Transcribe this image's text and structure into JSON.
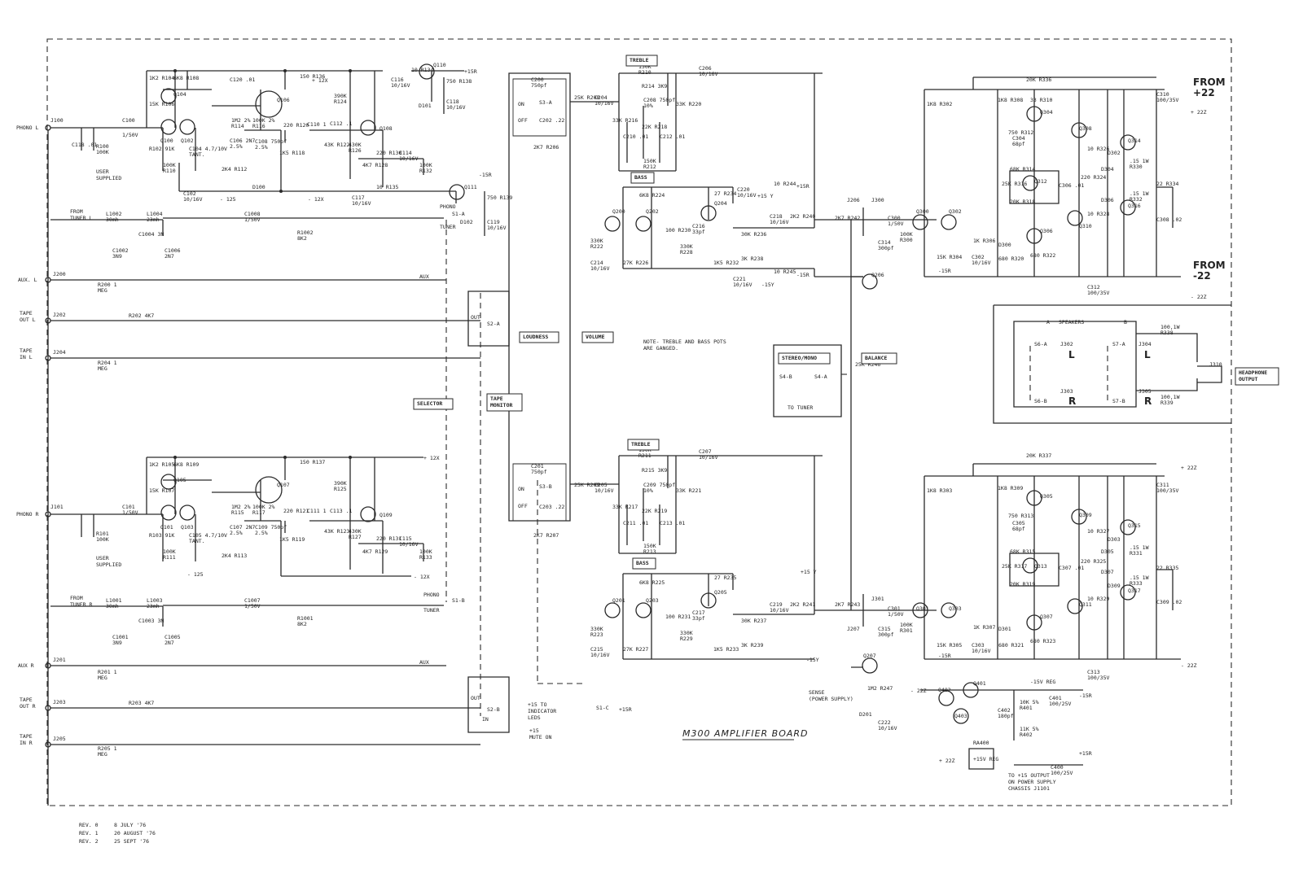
{
  "title": "M300 AMPLIFIER BOARD",
  "note": [
    "NOTE- TREBLE AND BASS POTS",
    "ARE GANGED."
  ],
  "revisions": [
    {
      "rev": "REV. 0",
      "date": "8 JULY '76"
    },
    {
      "rev": "REV. 1",
      "date": "20 AUGUST '76"
    },
    {
      "rev": "REV. 2",
      "date": "25 SEPT '76"
    }
  ],
  "inputs": {
    "phono_l": "PHONO L",
    "phono_r": "PHONO R",
    "aux_l": "AUX. L",
    "aux_r": "AUX R",
    "tape_out_l": [
      "TAPE",
      "OUT L"
    ],
    "tape_in_l": [
      "TAPE",
      "IN L"
    ],
    "tape_out_r": [
      "TAPE",
      "OUT R"
    ],
    "tape_in_r": [
      "TAPE",
      "IN R"
    ],
    "tuner_l": [
      "FROM",
      "TUNER L"
    ],
    "tuner_r": [
      "FROM",
      "TUNER R"
    ]
  },
  "boxed_labels": {
    "treble_l": "TREBLE",
    "treble_r": "TREBLE",
    "bass_l": "BASS",
    "bass_r": "BASS",
    "loudness": "LOUDNESS",
    "volume": "VOLUME",
    "selector": "SELECTOR",
    "tape_monitor": [
      "TAPE",
      "MONITOR"
    ],
    "stereo_mono": "STEREO/MONO",
    "balance": "BALANCE",
    "headphone": [
      "HEADPHONE",
      "OUTPUT"
    ]
  },
  "power": {
    "from_p22": [
      "FROM",
      "+22"
    ],
    "from_m22": [
      "FROM",
      "-22"
    ],
    "p22": "+ 22Z",
    "m22": "- 22Z",
    "p15r": "+15R",
    "m15r": "-15R",
    "p12x": "+ 12X",
    "m12x": "- 12X",
    "m125": "- 125",
    "p15y": "+15 Y",
    "m15y": "-15Y",
    "sense": [
      "SENSE",
      "(POWER SUPPLY)"
    ],
    "reg": "-15V REG",
    "output_note": [
      "TO +15 OUTPUT",
      "ON POWER SUPPLY",
      "CHASSIS J1101"
    ],
    "indicator": [
      "+15 TO",
      "INDICATOR",
      "LEDS"
    ],
    "mute": [
      "+15",
      "MUTE ON"
    ],
    "to_tuner": "TO TUNER"
  },
  "speakers": {
    "header": "SPEAKERS",
    "a": "A",
    "b": "B",
    "l": "L",
    "r": "R"
  },
  "components_l": [
    {
      "id": "J100",
      "t": "J100"
    },
    {
      "id": "C100",
      "t": "C100"
    },
    {
      "id": "C100v",
      "t": "1/50V"
    },
    {
      "id": "R104",
      "t": "1K2 R104"
    },
    {
      "id": "R108",
      "t": "6K8 R108"
    },
    {
      "id": "R106",
      "t": "15K R106"
    },
    {
      "id": "Q104",
      "t": "Q104"
    },
    {
      "id": "Q100",
      "t": "Q100"
    },
    {
      "id": "Q102",
      "t": "Q102"
    },
    {
      "id": "Q106",
      "t": "Q106"
    },
    {
      "id": "R136",
      "t": "150 R136"
    },
    {
      "id": "C120",
      "t": "C120 .01"
    },
    {
      "id": "R124",
      "t": "390K R124"
    },
    {
      "id": "Q108",
      "t": "Q108"
    },
    {
      "id": "R134",
      "t": "10 R134"
    },
    {
      "id": "Q110",
      "t": "Q110"
    },
    {
      "id": "R138",
      "t": "750 R138"
    },
    {
      "id": "C116",
      "t": "C116 10/16V"
    },
    {
      "id": "C118b",
      "t": "C118 10/16V"
    },
    {
      "id": "D101",
      "t": "D101"
    },
    {
      "id": "C118",
      "t": "C118 .01"
    },
    {
      "id": "R100",
      "t": "R100 100K"
    },
    {
      "id": "R102",
      "t": "R102 91K"
    },
    {
      "id": "R110",
      "t": "100K R110"
    },
    {
      "id": "R114",
      "t": "1M2 2% R114"
    },
    {
      "id": "R116",
      "t": "100K 2% R116"
    },
    {
      "id": "R120",
      "t": "220 R120"
    },
    {
      "id": "C110",
      "t": "C110 1"
    },
    {
      "id": "C112",
      "t": "C112 .1"
    },
    {
      "id": "R122",
      "t": "43K R122"
    },
    {
      "id": "R126",
      "t": "430K R126"
    },
    {
      "id": "R128",
      "t": "4K7 R128"
    },
    {
      "id": "R130",
      "t": "220 R130"
    },
    {
      "id": "C114",
      "t": "C114 10/16V"
    },
    {
      "id": "R132",
      "t": "100K R132"
    },
    {
      "id": "C104",
      "t": "C104 4.7/10V TANT."
    },
    {
      "id": "C106",
      "t": "C106 2N7 2.5%"
    },
    {
      "id": "C108",
      "t": "C108 750pf 2.5%"
    },
    {
      "id": "R118",
      "t": "1K5 R118"
    },
    {
      "id": "R112",
      "t": "2K4 R112"
    },
    {
      "id": "D100",
      "t": "D100"
    },
    {
      "id": "C102",
      "t": "C102 10/16V"
    },
    {
      "id": "C117",
      "t": "C117 10/16V"
    },
    {
      "id": "R135",
      "t": "10 R135"
    },
    {
      "id": "Q111",
      "t": "Q111"
    },
    {
      "id": "R139",
      "t": "750 R139"
    },
    {
      "id": "D102",
      "t": "D102"
    },
    {
      "id": "C119",
      "t": "C119 10/16V"
    },
    {
      "id": "L1002",
      "t": "L1002 30mh"
    },
    {
      "id": "L1004",
      "t": "L1004 23mh"
    },
    {
      "id": "C1004",
      "t": "C1004 3N"
    },
    {
      "id": "C1002",
      "t": "C1002 3N9"
    },
    {
      "id": "C1006",
      "t": "C1006 2N7"
    },
    {
      "id": "C1008",
      "t": "C1008 1/50V"
    },
    {
      "id": "R1002",
      "t": "R1002 8K2"
    },
    {
      "id": "R200",
      "t": "R200 1 MEG"
    },
    {
      "id": "R202",
      "t": "R202 4K7"
    },
    {
      "id": "R204",
      "t": "R204 1 MEG"
    },
    {
      "id": "J200",
      "t": "J200"
    },
    {
      "id": "J202",
      "t": "J202"
    },
    {
      "id": "J204",
      "t": "J204"
    },
    {
      "id": "S1A",
      "t": "S1-A"
    },
    {
      "id": "S2A",
      "t": "S2-A"
    },
    {
      "id": "S3A",
      "t": "S3-A"
    },
    {
      "id": "C200",
      "t": "C200 750pf"
    },
    {
      "id": "C202",
      "t": "C202 .22"
    },
    {
      "id": "R206",
      "t": "2K7 R206"
    },
    {
      "id": "R208",
      "t": "25K R208"
    },
    {
      "id": "C204",
      "t": "C204 10/16V"
    }
  ],
  "components_r": [
    {
      "id": "J101",
      "t": "J101"
    },
    {
      "id": "C101",
      "t": "C101 1/50V"
    },
    {
      "id": "R105",
      "t": "1K2 R105"
    },
    {
      "id": "R109",
      "t": "6K8 R109"
    },
    {
      "id": "R107",
      "t": "15K R107"
    },
    {
      "id": "Q105",
      "t": "Q105"
    },
    {
      "id": "Q101",
      "t": "Q101"
    },
    {
      "id": "Q103",
      "t": "Q103"
    },
    {
      "id": "Q107",
      "t": "Q107"
    },
    {
      "id": "R137",
      "t": "150 R137"
    },
    {
      "id": "R125",
      "t": "390K R125"
    },
    {
      "id": "Q109",
      "t": "Q109"
    },
    {
      "id": "R101",
      "t": "R101 100K"
    },
    {
      "id": "R103",
      "t": "R103 91K"
    },
    {
      "id": "R111",
      "t": "100K R111"
    },
    {
      "id": "R115",
      "t": "1M2 2% R115"
    },
    {
      "id": "R117",
      "t": "100K 2% R117"
    },
    {
      "id": "R121",
      "t": "220 R121"
    },
    {
      "id": "C111",
      "t": "C111 1"
    },
    {
      "id": "C113",
      "t": "C113 .1"
    },
    {
      "id": "R123",
      "t": "43K R123"
    },
    {
      "id": "R127",
      "t": "430K R127"
    },
    {
      "id": "R129",
      "t": "4K7 R129"
    },
    {
      "id": "R131",
      "t": "220 R131"
    },
    {
      "id": "C115",
      "t": "C115 10/16V"
    },
    {
      "id": "R133",
      "t": "100K R133"
    },
    {
      "id": "C105",
      "t": "C105 4.7/10V TANT."
    },
    {
      "id": "C107",
      "t": "C107 2N7 2.5%"
    },
    {
      "id": "C109",
      "t": "C109 750pf 2.5%"
    },
    {
      "id": "R119",
      "t": "1K5 R119"
    },
    {
      "id": "R113",
      "t": "2K4 R113"
    },
    {
      "id": "L1001",
      "t": "L1001 30mh"
    },
    {
      "id": "L1003",
      "t": "L1003 23mh"
    },
    {
      "id": "C1003",
      "t": "C1003 3N"
    },
    {
      "id": "C1001",
      "t": "C1001 3N9"
    },
    {
      "id": "C1005",
      "t": "C1005 2N7"
    },
    {
      "id": "C1007",
      "t": "C1007 1/50V"
    },
    {
      "id": "R1001",
      "t": "R1001 8K2"
    },
    {
      "id": "R201",
      "t": "R201 1 MEG"
    },
    {
      "id": "R203",
      "t": "R203 4K7"
    },
    {
      "id": "R205",
      "t": "R205 1 MEG"
    },
    {
      "id": "J201",
      "t": "J201"
    },
    {
      "id": "J203",
      "t": "J203"
    },
    {
      "id": "J205",
      "t": "J205"
    },
    {
      "id": "S1B",
      "t": "S1-B"
    },
    {
      "id": "S2B",
      "t": "S2-B"
    },
    {
      "id": "S1C",
      "t": "S1-C"
    },
    {
      "id": "S3B",
      "t": "S3-B"
    },
    {
      "id": "C201",
      "t": "C201 750pf"
    },
    {
      "id": "C203",
      "t": "C203 .22"
    },
    {
      "id": "R207",
      "t": "2K7 R207"
    },
    {
      "id": "R209",
      "t": "25K R209"
    },
    {
      "id": "C205",
      "t": "C205 10/16V"
    }
  ],
  "tone_l": [
    {
      "id": "R210",
      "t": "150K R210"
    },
    {
      "id": "R214",
      "t": "R214 3K9"
    },
    {
      "id": "C208",
      "t": "C208 750pf 10%"
    },
    {
      "id": "R216",
      "t": "33K R216"
    },
    {
      "id": "R218",
      "t": "22K R218"
    },
    {
      "id": "C210",
      "t": "C210 .01"
    },
    {
      "id": "C212",
      "t": "C212 .01"
    },
    {
      "id": "R212",
      "t": "150K R212"
    },
    {
      "id": "R220",
      "t": "33K R220"
    },
    {
      "id": "C206",
      "t": "C206 10/16V"
    },
    {
      "id": "R224",
      "t": "6K8 R224"
    },
    {
      "id": "Q200",
      "t": "Q200"
    },
    {
      "id": "Q202",
      "t": "Q202"
    },
    {
      "id": "Q204",
      "t": "Q204"
    },
    {
      "id": "R234",
      "t": "27 R234"
    },
    {
      "id": "C220",
      "t": "C220 10/16V"
    },
    {
      "id": "R244",
      "t": "10 R244"
    },
    {
      "id": "R222",
      "t": "330K R222"
    },
    {
      "id": "R230",
      "t": "100 R230"
    },
    {
      "id": "C216",
      "t": "C216 33pf"
    },
    {
      "id": "R228",
      "t": "330K R228"
    },
    {
      "id": "R232",
      "t": "1K5 R232"
    },
    {
      "id": "C214",
      "t": "C214 10/16V"
    },
    {
      "id": "R226",
      "t": "27K R226"
    },
    {
      "id": "R236",
      "t": "30K R236"
    },
    {
      "id": "R238",
      "t": "3K R238"
    },
    {
      "id": "C218",
      "t": "C218 10/16V"
    },
    {
      "id": "R240",
      "t": "2K2 R240"
    },
    {
      "id": "C221",
      "t": "C221 10/16V"
    },
    {
      "id": "R245",
      "t": "10 R245"
    },
    {
      "id": "R242",
      "t": "2K7 R242"
    },
    {
      "id": "J206",
      "t": "J206"
    },
    {
      "id": "J300",
      "t": "J300"
    },
    {
      "id": "C300",
      "t": "C300 1/50V"
    },
    {
      "id": "C314",
      "t": "C314 300pf"
    },
    {
      "id": "R300",
      "t": "100K R300"
    },
    {
      "id": "Q206",
      "t": "Q206"
    },
    {
      "id": "R246",
      "t": "25K R246"
    }
  ],
  "tone_r": [
    {
      "id": "R211",
      "t": "150K R211"
    },
    {
      "id": "R215",
      "t": "R215 3K9"
    },
    {
      "id": "C209",
      "t": "C209 750pf 10%"
    },
    {
      "id": "R217",
      "t": "33K R217"
    },
    {
      "id": "R219",
      "t": "22K R219"
    },
    {
      "id": "C211",
      "t": "C211 .01"
    },
    {
      "id": "C213",
      "t": "C213 .01"
    },
    {
      "id": "R213",
      "t": "150K R213"
    },
    {
      "id": "R221",
      "t": "33K R221"
    },
    {
      "id": "C207",
      "t": "C207 10/16V"
    },
    {
      "id": "R225",
      "t": "6K8 R225"
    },
    {
      "id": "Q201",
      "t": "Q201"
    },
    {
      "id": "Q203",
      "t": "Q203"
    },
    {
      "id": "Q205",
      "t": "Q205"
    },
    {
      "id": "R235",
      "t": "27 R235"
    },
    {
      "id": "R223",
      "t": "330K R223"
    },
    {
      "id": "R231",
      "t": "100 R231"
    },
    {
      "id": "C217",
      "t": "C217 33pf"
    },
    {
      "id": "R229",
      "t": "330K R229"
    },
    {
      "id": "R233",
      "t": "1K5 R233"
    },
    {
      "id": "C215",
      "t": "C215 10/16V"
    },
    {
      "id": "R227",
      "t": "27K R227"
    },
    {
      "id": "R237",
      "t": "30K R237"
    },
    {
      "id": "R239",
      "t": "3K R239"
    },
    {
      "id": "C219",
      "t": "C219 10/16V"
    },
    {
      "id": "R241",
      "t": "2K2 R241"
    },
    {
      "id": "R243",
      "t": "2K7 R243"
    },
    {
      "id": "J207",
      "t": "J207"
    },
    {
      "id": "J301",
      "t": "J301"
    },
    {
      "id": "C301",
      "t": "C301 1/50V"
    },
    {
      "id": "C315",
      "t": "C315 300pf"
    },
    {
      "id": "R301",
      "t": "100K R301"
    },
    {
      "id": "Q207",
      "t": "Q207"
    },
    {
      "id": "R247",
      "t": "1M2 R247"
    },
    {
      "id": "D201",
      "t": "D201"
    },
    {
      "id": "C222",
      "t": "C222 10/16V"
    }
  ],
  "power_l": [
    {
      "id": "Q300",
      "t": "Q300"
    },
    {
      "id": "Q302",
      "t": "Q302"
    },
    {
      "id": "R302",
      "t": "1K8 R302"
    },
    {
      "id": "R304",
      "t": "15K R304"
    },
    {
      "id": "R306",
      "t": "1K R306"
    },
    {
      "id": "C302",
      "t": "C302 10/16V"
    },
    {
      "id": "R308",
      "t": "1K8 R308"
    },
    {
      "id": "R310",
      "t": "33 R310"
    },
    {
      "id": "Q304",
      "t": "Q304"
    },
    {
      "id": "R312",
      "t": "750 R312"
    },
    {
      "id": "C304",
      "t": "C304 68pf"
    },
    {
      "id": "R314",
      "t": "68K R314"
    },
    {
      "id": "R316",
      "t": "25K R316"
    },
    {
      "id": "Q312",
      "t": "Q312"
    },
    {
      "id": "C306",
      "t": "C306 .01"
    },
    {
      "id": "R318",
      "t": "20K R318"
    },
    {
      "id": "D300",
      "t": "D300"
    },
    {
      "id": "R320",
      "t": "680 R320"
    },
    {
      "id": "Q306",
      "t": "Q306"
    },
    {
      "id": "R322",
      "t": "680 R322"
    },
    {
      "id": "Q308",
      "t": "Q308"
    },
    {
      "id": "R326",
      "t": "10 R326"
    },
    {
      "id": "D302",
      "t": "D302"
    },
    {
      "id": "D304",
      "t": "D304"
    },
    {
      "id": "R324",
      "t": "220 R324"
    },
    {
      "id": "D306",
      "t": "D306"
    },
    {
      "id": "Q310",
      "t": "Q310"
    },
    {
      "id": "R328",
      "t": "10 R328"
    },
    {
      "id": "Q314",
      "t": "Q314"
    },
    {
      "id": "R330",
      "t": ".15 1W R330"
    },
    {
      "id": "R332",
      "t": ".15 1W R332"
    },
    {
      "id": "Q316",
      "t": "Q316"
    },
    {
      "id": "R334",
      "t": "22 R334"
    },
    {
      "id": "C308",
      "t": "C308 .02"
    },
    {
      "id": "R336",
      "t": "20K R336"
    },
    {
      "id": "C310",
      "t": "C310 100/35V"
    },
    {
      "id": "C312",
      "t": "C312 100/35V"
    }
  ],
  "power_r": [
    {
      "id": "Q301",
      "t": "Q301"
    },
    {
      "id": "Q303",
      "t": "Q303"
    },
    {
      "id": "R303",
      "t": "1K8 R303"
    },
    {
      "id": "R305",
      "t": "15K R305"
    },
    {
      "id": "R307",
      "t": "1K R307"
    },
    {
      "id": "C303",
      "t": "C303 10/16V"
    },
    {
      "id": "R309",
      "t": "1K8 R309"
    },
    {
      "id": "Q305",
      "t": "Q305"
    },
    {
      "id": "R313",
      "t": "750 R313"
    },
    {
      "id": "C305",
      "t": "C305 68pf"
    },
    {
      "id": "R315",
      "t": "68K R315"
    },
    {
      "id": "R317",
      "t": "25K R317"
    },
    {
      "id": "Q313",
      "t": "Q313"
    },
    {
      "id": "C307",
      "t": "C307 .01"
    },
    {
      "id": "R319",
      "t": "20K R319"
    },
    {
      "id": "D301",
      "t": "D301"
    },
    {
      "id": "R321",
      "t": "680 R321"
    },
    {
      "id": "Q307",
      "t": "Q307"
    },
    {
      "id": "R323",
      "t": "680 R323"
    },
    {
      "id": "Q309",
      "t": "Q309"
    },
    {
      "id": "R327",
      "t": "10 R327"
    },
    {
      "id": "D303",
      "t": "D303"
    },
    {
      "id": "R325",
      "t": "220 R325"
    },
    {
      "id": "D305",
      "t": "D305"
    },
    {
      "id": "D307",
      "t": "D307"
    },
    {
      "id": "D309",
      "t": "D309"
    },
    {
      "id": "Q311",
      "t": "Q311"
    },
    {
      "id": "R329",
      "t": "10 R329"
    },
    {
      "id": "Q315",
      "t": "Q315"
    },
    {
      "id": "R331",
      "t": ".15 1W R331"
    },
    {
      "id": "R333",
      "t": ".15 1W R333"
    },
    {
      "id": "Q317",
      "t": "Q317"
    },
    {
      "id": "R335",
      "t": "22 R335"
    },
    {
      "id": "C309",
      "t": "C309 .02"
    },
    {
      "id": "R337",
      "t": "20K R337"
    },
    {
      "id": "C311",
      "t": "C311 100/35V"
    },
    {
      "id": "C313",
      "t": "C313 100/35V"
    }
  ],
  "output": [
    {
      "id": "S6A",
      "t": "S6-A"
    },
    {
      "id": "S7A",
      "t": "S7-A"
    },
    {
      "id": "S6B",
      "t": "S6-B"
    },
    {
      "id": "S7B",
      "t": "S7-B"
    },
    {
      "id": "J302",
      "t": "J302"
    },
    {
      "id": "J304",
      "t": "J304"
    },
    {
      "id": "J303",
      "t": "J303"
    },
    {
      "id": "J305",
      "t": "J305"
    },
    {
      "id": "R338",
      "t": "100,1W R338"
    },
    {
      "id": "R339",
      "t": "100,1W R339"
    },
    {
      "id": "J310",
      "t": "J310"
    },
    {
      "id": "S4A",
      "t": "S4-A"
    },
    {
      "id": "S4B",
      "t": "S4-B"
    }
  ],
  "regulator": [
    {
      "id": "Q401",
      "t": "Q401"
    },
    {
      "id": "Q402",
      "t": "Q402"
    },
    {
      "id": "Q403",
      "t": "Q403"
    },
    {
      "id": "R401",
      "t": "10K 5% R401"
    },
    {
      "id": "C401",
      "t": "C401 100/25V"
    },
    {
      "id": "C402",
      "t": "C402 180pf"
    },
    {
      "id": "R402",
      "t": "11K 5% R402"
    },
    {
      "id": "RA400",
      "t": "RA400"
    },
    {
      "id": "RA400b",
      "t": "+15V REG"
    },
    {
      "id": "C400",
      "t": "C400 100/25V"
    }
  ]
}
